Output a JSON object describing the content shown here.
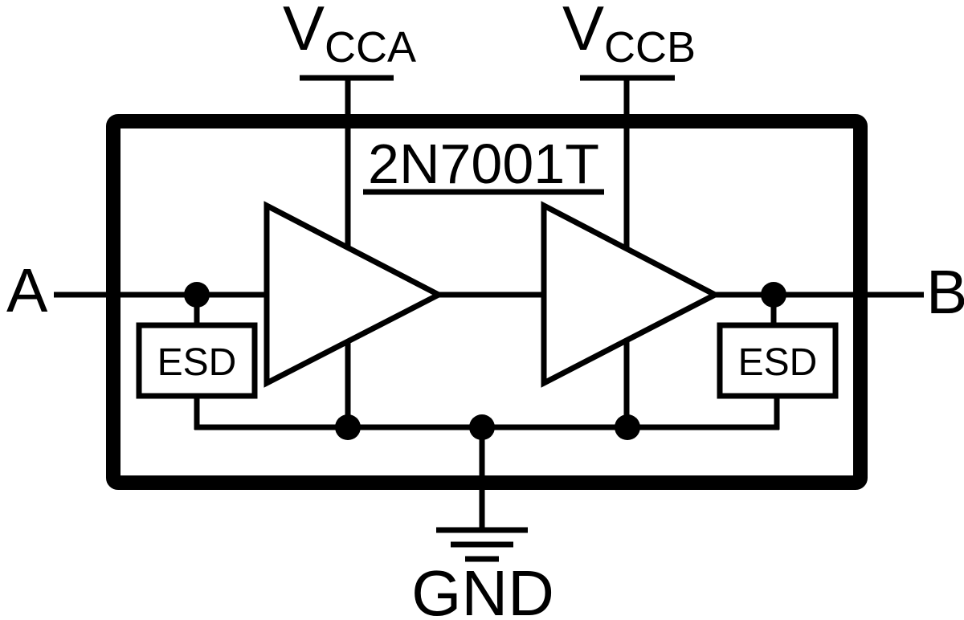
{
  "diagram": {
    "title": "2N7001T",
    "ports": {
      "a": "A",
      "b": "B",
      "gnd": "GND"
    },
    "supplies": {
      "vcca": {
        "main": "V",
        "sub": "CCA"
      },
      "vccb": {
        "main": "V",
        "sub": "CCB"
      }
    },
    "blocks": {
      "esd_left": "ESD",
      "esd_right": "ESD"
    },
    "symbols": {
      "buffer_count": 2,
      "junction_dot_count": 5,
      "ground_symbol": "three-bar-earth-ground"
    },
    "colors": {
      "ink": "#000000",
      "background": "#ffffff"
    }
  }
}
